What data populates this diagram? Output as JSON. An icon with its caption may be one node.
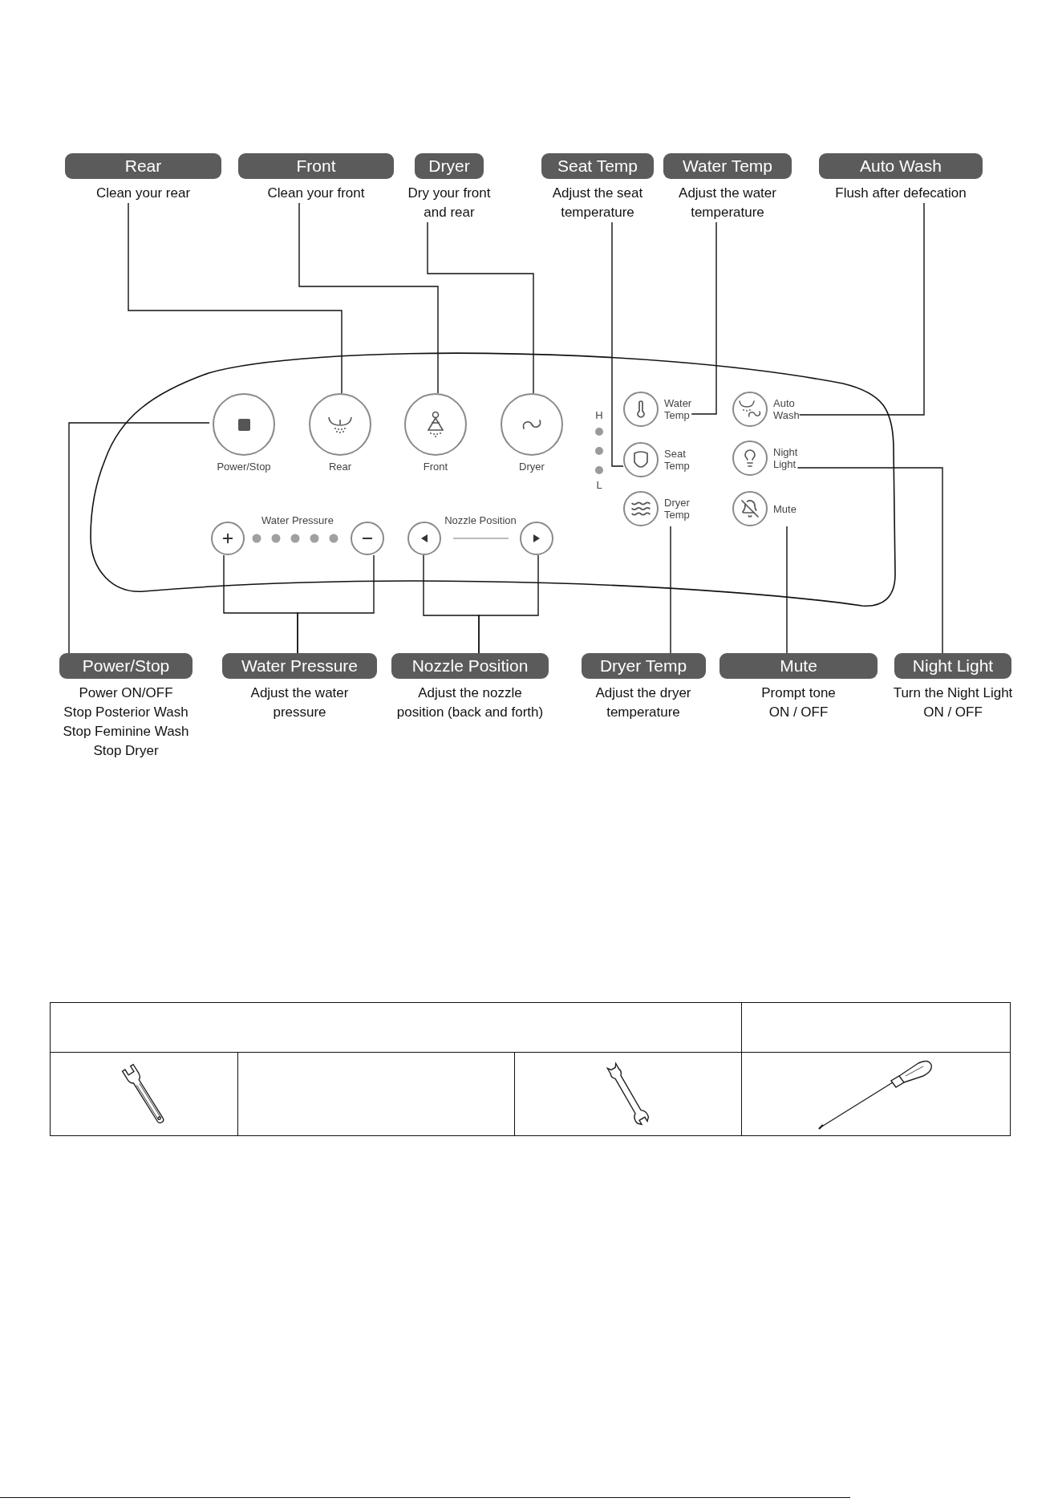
{
  "diagram": {
    "nodes": [
      {
        "text": [
          "Rear",
          "Clean your rear"
        ]
      },
      {
        "text": [
          "Front",
          "Clean your front"
        ]
      },
      {
        "text": [
          "Dryer",
          "Dry your front and rear"
        ]
      },
      {
        "text": [
          "Seat Temp",
          "Adjust the seat temperature"
        ]
      },
      {
        "text": [
          "Water Temp",
          "Adjust the water temperature"
        ]
      },
      {
        "text": [
          "Auto Wash",
          "Flush after defecation"
        ]
      },
      {
        "text": [],
        "shape": "box"
      },
      {
        "text": [
          "Power/Stop"
        ],
        "in": 6
      },
      {
        "text": [
          "Rear"
        ],
        "in": 6
      },
      {
        "text": [
          "Front"
        ],
        "in": 6
      },
      {
        "text": [
          "Dryer"
        ],
        "in": 6
      },
      {
        "text": [
          "Water Temp"
        ],
        "in": 6
      },
      {
        "text": [
          "Auto Wash"
        ],
        "in": 6
      },
      {
        "text": [
          "Seat Temp"
        ],
        "in": 6
      },
      {
        "text": [
          "Night Light"
        ],
        "in": 6
      },
      {
        "text": [
          "Dryer Temp"
        ],
        "in": 6
      },
      {
        "text": [
          "Mute"
        ],
        "in": 6
      },
      {
        "text": [],
        "shape": "circle",
        "in": 6
      },
      {
        "text": [],
        "shape": "circle",
        "in": 6
      },
      {
        "text": [],
        "shape": "circle",
        "in": 6
      },
      {
        "text": [],
        "shape": "circle",
        "in": 6
      },
      {
        "text": [
          "Power/Stop",
          "Power ON/OFF",
          "Stop Posterior Wash",
          "Stop Feminine Wash",
          "Stop Dryer"
        ]
      },
      {
        "text": [
          "Water Pressure",
          "Adjust the water pressure"
        ]
      },
      {
        "text": [
          "Nozzle Position",
          "Adjust the nozzle position (back and forth)"
        ]
      },
      {
        "text": [
          "Dryer Temp",
          "Adjust the dryer temperature"
        ]
      },
      {
        "text": [
          "Mute",
          "Prompt tone ON / OFF"
        ]
      },
      {
        "text": [
          "Night Light",
          "Turn the Night Light ON / OFF"
        ]
      }
    ],
    "edges": [
      {
        "from": 0,
        "to": 8,
        "arrow": "none"
      },
      {
        "from": 1,
        "to": 9,
        "arrow": "none"
      },
      {
        "from": 2,
        "to": 10,
        "arrow": "none"
      },
      {
        "from": 3,
        "to": 13,
        "arrow": "none"
      },
      {
        "from": 4,
        "to": 11,
        "arrow": "none"
      },
      {
        "from": 5,
        "to": 12,
        "arrow": "none"
      },
      {
        "from": 7,
        "to": 21,
        "arrow": "none"
      },
      {
        "from": 17,
        "to": 22,
        "arrow": "none"
      },
      {
        "from": 18,
        "to": 22,
        "arrow": "none"
      },
      {
        "from": 19,
        "to": 23,
        "arrow": "none"
      },
      {
        "from": 20,
        "to": 23,
        "arrow": "none"
      },
      {
        "from": 15,
        "to": 24,
        "arrow": "none"
      },
      {
        "from": 16,
        "to": 25,
        "arrow": "none"
      },
      {
        "from": 14,
        "to": 26,
        "arrow": "none"
      }
    ],
    "labels": [
      "H",
      "L",
      "Water Pressure",
      "Nozzle Position"
    ]
  }
}
